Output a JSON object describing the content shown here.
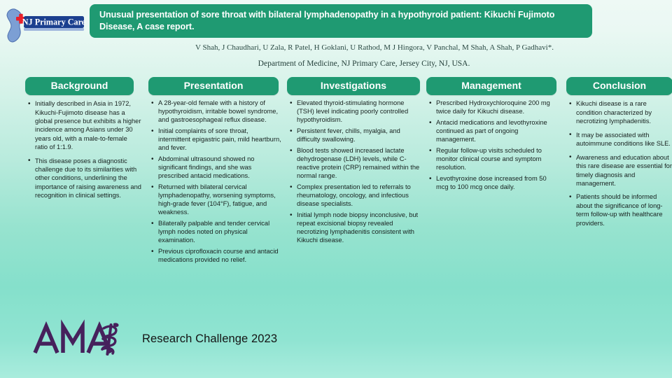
{
  "header": {
    "logo_alt": "NJ Primary Care",
    "logo_text": "NJ Primary Care",
    "title": "Unusual presentation of sore throat with bilateral lymphadenopathy in a hypothyroid patient: Kikuchi Fujimoto Disease, A case report.",
    "authors": "V Shah, J Chaudhari, U Zala, R Patel, H Goklani, U Rathod, M J Hingora, V Panchal, M Shah, A Shah, P Gadhavi*.",
    "affiliation": "Department of Medicine, NJ Primary Care, Jersey City, NJ, USA."
  },
  "colors": {
    "header_green": "#1f9a72",
    "pill_green": "#1f9a72",
    "logo_blue": "#1b3f8f",
    "logo_cross_red": "#e8212b",
    "ama_purple": "#46215c",
    "background_top": "#eef9f5",
    "background_bottom": "#a9ecdd"
  },
  "sections": [
    {
      "id": "background",
      "title": "Background",
      "bullets": [
        "Initially described in Asia in 1972, Kikuchi-Fujimoto disease has a global presence but exhibits a higher incidence among Asians under 30 years old, with a male-to-female ratio of 1:1.9.",
        "This disease poses a diagnostic challenge due to its similarities with other conditions, underlining the importance of raising awareness and recognition in clinical settings."
      ]
    },
    {
      "id": "presentation",
      "title": "Presentation",
      "bullets": [
        "A 28-year-old female with a history of hypothyroidism, irritable bowel syndrome, and gastroesophageal reflux disease.",
        "Initial complaints of sore throat, intermittent epigastric pain, mild heartburn, and fever.",
        "Abdominal ultrasound showed no significant findings, and she was prescribed antacid medications.",
        "Returned with bilateral cervical lymphadenopathy, worsening symptoms, high-grade fever (104°F), fatigue, and weakness.",
        "Bilaterally palpable and tender cervical lymph nodes noted on physical examination.",
        "Previous ciprofloxacin course and antacid medications provided no relief."
      ]
    },
    {
      "id": "investigations",
      "title": "Investigations",
      "bullets": [
        "Elevated thyroid-stimulating hormone (TSH) level indicating poorly controlled hypothyroidism.",
        "Persistent fever, chills, myalgia, and difficulty swallowing.",
        "Blood tests showed increased lactate dehydrogenase (LDH) levels, while C-reactive protein (CRP) remained within the normal range.",
        "Complex presentation led to referrals to rheumatology, oncology, and infectious disease specialists.",
        "Initial lymph node biopsy inconclusive, but repeat excisional biopsy revealed necrotizing lymphadenitis consistent with Kikuchi disease."
      ]
    },
    {
      "id": "management",
      "title": "Management",
      "bullets": [
        "Prescribed Hydroxychloroquine 200 mg twice daily for Kikuchi disease.",
        "Antacid medications and levothyroxine continued as part of ongoing management.",
        "Regular follow-up visits scheduled to monitor clinical course and symptom resolution.",
        "Levothyroxine dose increased from 50 mcg to 100 mcg once daily."
      ]
    },
    {
      "id": "conclusion",
      "title": "Conclusion",
      "bullets": [
        "Kikuchi disease is a rare condition characterized by necrotizing lymphadenitis.",
        "It may be associated with autoimmune conditions like SLE.",
        "Awareness and education about this rare disease are essential for timely diagnosis and management.",
        "Patients should be informed about the significance of long-term follow-up with healthcare providers."
      ]
    }
  ],
  "footer": {
    "ama_logo_text": "AMA",
    "text": "Research Challenge 2023"
  }
}
